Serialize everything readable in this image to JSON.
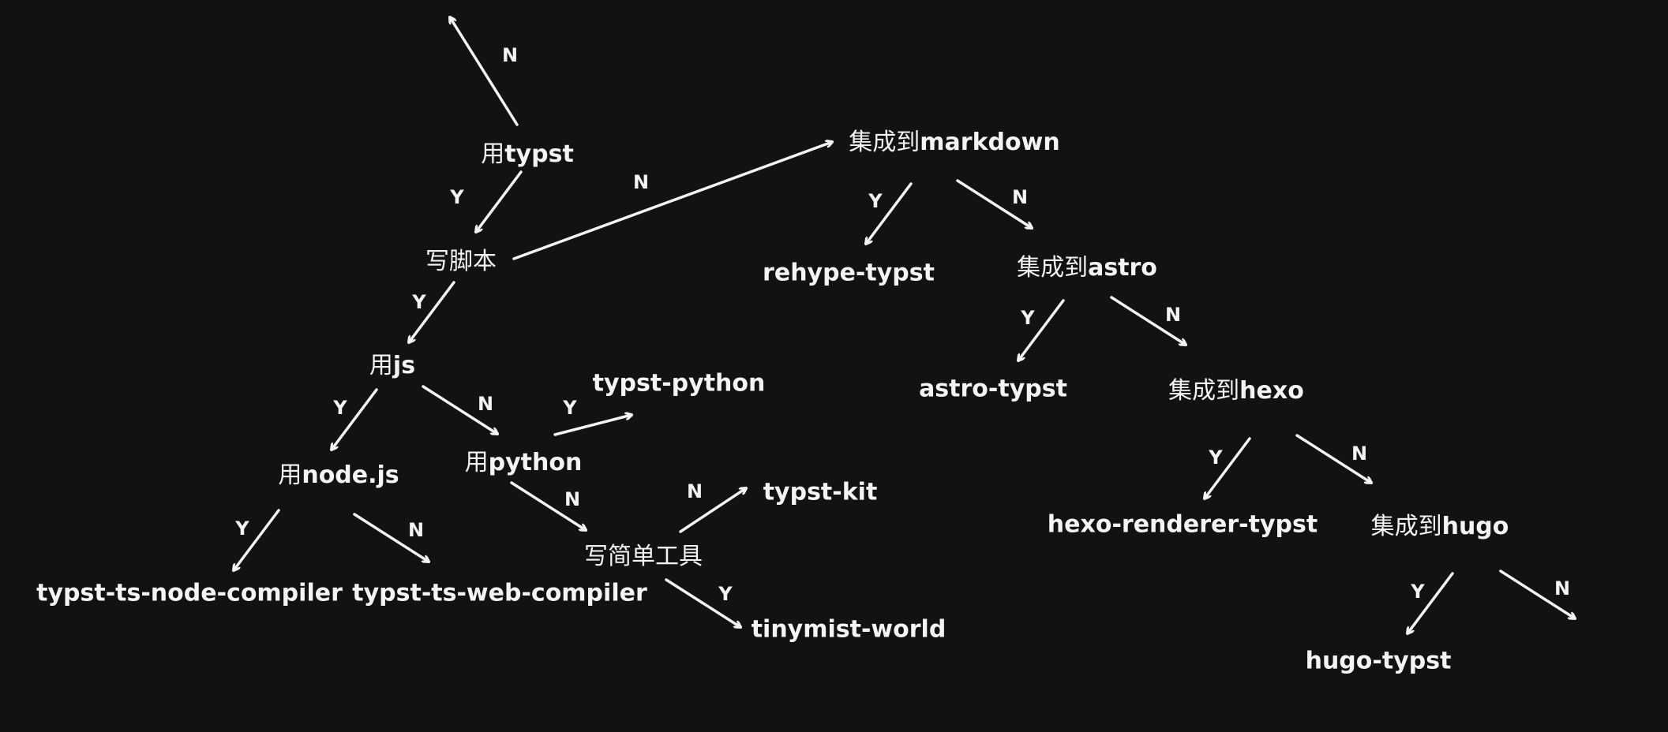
{
  "colors": {
    "background": "#121212",
    "ink": "#f4f4f4"
  },
  "nodes": {
    "use_typst": {
      "cjk": "用",
      "lat": "typst"
    },
    "write_script": {
      "cjk": "写脚本",
      "lat": ""
    },
    "use_js": {
      "cjk": "用",
      "lat": "js"
    },
    "use_nodejs": {
      "cjk": "用",
      "lat": "node.js"
    },
    "use_python": {
      "cjk": "用",
      "lat": "python"
    },
    "simple_tool": {
      "cjk": "写简单工具",
      "lat": ""
    },
    "markdown": {
      "cjk": "集成到",
      "lat": "markdown"
    },
    "astro": {
      "cjk": "集成到",
      "lat": "astro"
    },
    "hexo": {
      "cjk": "集成到",
      "lat": "hexo"
    },
    "hugo": {
      "cjk": "集成到",
      "lat": "hugo"
    },
    "ts_node_compiler": "typst-ts-node-compiler",
    "ts_web_compiler": "typst-ts-web-compiler",
    "typst_python": "typst-python",
    "typst_kit": "typst-kit",
    "tinymist_world": "tinymist-world",
    "rehype_typst": "rehype-typst",
    "astro_typst": "astro-typst",
    "hexo_renderer": "hexo-renderer-typst",
    "hugo_typst": "hugo-typst"
  },
  "edge_labels": {
    "top_n": "N",
    "typst_y": "Y",
    "script_n": "N",
    "script_y": "Y",
    "js_y": "Y",
    "js_n": "N",
    "nodejs_y": "Y",
    "nodejs_n": "N",
    "python_y": "Y",
    "python_n": "N",
    "tool_n": "N",
    "tool_y": "Y",
    "markdown_y": "Y",
    "markdown_n": "N",
    "astro_y": "Y",
    "astro_n": "N",
    "hexo_y": "Y",
    "hexo_n": "N",
    "hugo_y": "Y",
    "hugo_n": "N"
  }
}
